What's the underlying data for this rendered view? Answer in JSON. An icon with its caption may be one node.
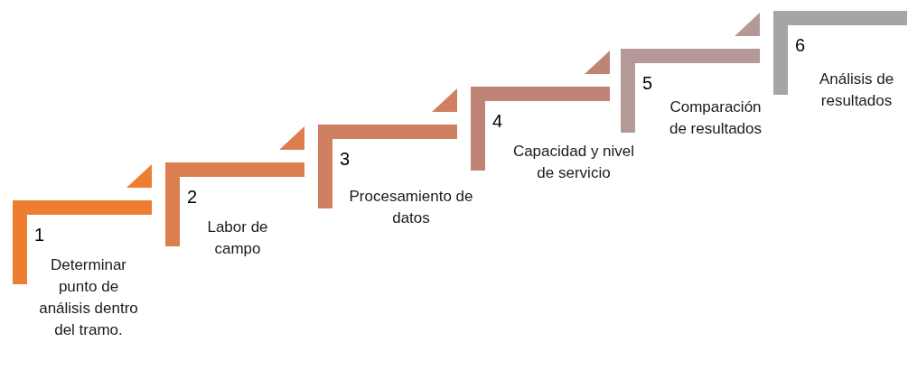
{
  "diagram": {
    "nodes": [
      {
        "text": [
          "1",
          "Determinar punto de análisis dentro del tramo."
        ]
      },
      {
        "text": [
          "2",
          "Labor de campo"
        ]
      },
      {
        "text": [
          "3",
          "Procesamiento de datos"
        ]
      },
      {
        "text": [
          "4",
          "Capacidad y nivel de servicio"
        ]
      },
      {
        "text": [
          "5",
          "Comparación de resultados"
        ]
      },
      {
        "text": [
          "6",
          "Análisis de resultados"
        ]
      }
    ],
    "edges": []
  }
}
